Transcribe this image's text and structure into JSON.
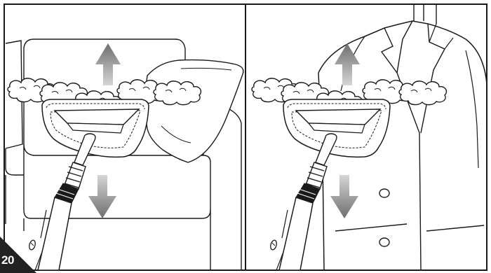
{
  "figure": {
    "number": "20",
    "panels": [
      {
        "subject": "sofa-cushion"
      },
      {
        "subject": "hanging-jacket"
      }
    ]
  },
  "colors": {
    "line": "#1a1a1a",
    "arrow_top": "#6e6e6e",
    "arrow_bottom": "#d6d6d6",
    "badge": "#222222",
    "background": "#ffffff"
  }
}
